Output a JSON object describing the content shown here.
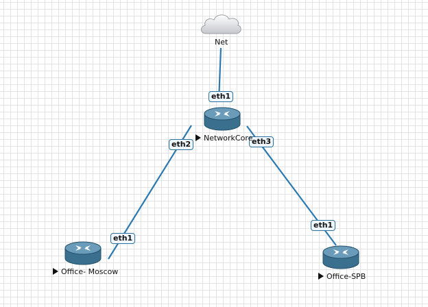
{
  "nodes": {
    "net": {
      "label": "Net",
      "icon": "cloud-icon"
    },
    "core": {
      "label": "NetworkCore",
      "icon": "router-icon",
      "state": "stopped"
    },
    "moscow": {
      "label": "Office- Moscow",
      "icon": "router-icon",
      "state": "stopped"
    },
    "spb": {
      "label": "Office-SPB",
      "icon": "router-icon",
      "state": "stopped"
    }
  },
  "links": [
    {
      "from": "core",
      "to": "net",
      "interfaces": [
        "eth1"
      ]
    },
    {
      "from": "core",
      "to": "moscow",
      "interfaces": [
        "eth2",
        "eth1"
      ]
    },
    {
      "from": "core",
      "to": "spb",
      "interfaces": [
        "eth3",
        "eth1"
      ]
    }
  ],
  "colors": {
    "link": "#2a79b0",
    "router_body": "#3a6f8e",
    "router_top": "#6a9bb8",
    "grid": "#e3e3e3",
    "label_border": "#2b6f9e"
  }
}
